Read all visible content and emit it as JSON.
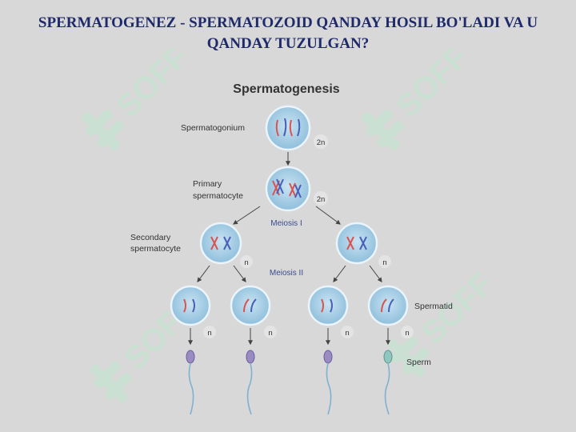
{
  "slide": {
    "title_line1": "SPERMATOGENEZ - SPERMATOZOID QANDAY HOSIL BO'LADI VA U",
    "title_line2": "QANDAY TUZULGAN?"
  },
  "diagram": {
    "title": "Spermatogenesis",
    "labels": {
      "spermatogonium": "Spermatogonium",
      "primary_1": "Primary",
      "primary_2": "spermatocyte",
      "secondary_1": "Secondary",
      "secondary_2": "spermatocyte",
      "spermatid": "Spermatid",
      "sperm": "Sperm",
      "meiosis1": "Meiosis I",
      "meiosis2": "Meiosis II"
    },
    "ploidy": {
      "diploid": "2n",
      "haploid": "n"
    }
  },
  "watermark": {
    "text": "SOFF"
  },
  "colors": {
    "title": "#1f2a6b",
    "cell_fill": "#a9cfe6",
    "cell_edge": "#eaf4fa",
    "chrom_red": "#d9534f",
    "chrom_blue": "#4a5fb8",
    "watermark": "#bfe8cf"
  }
}
